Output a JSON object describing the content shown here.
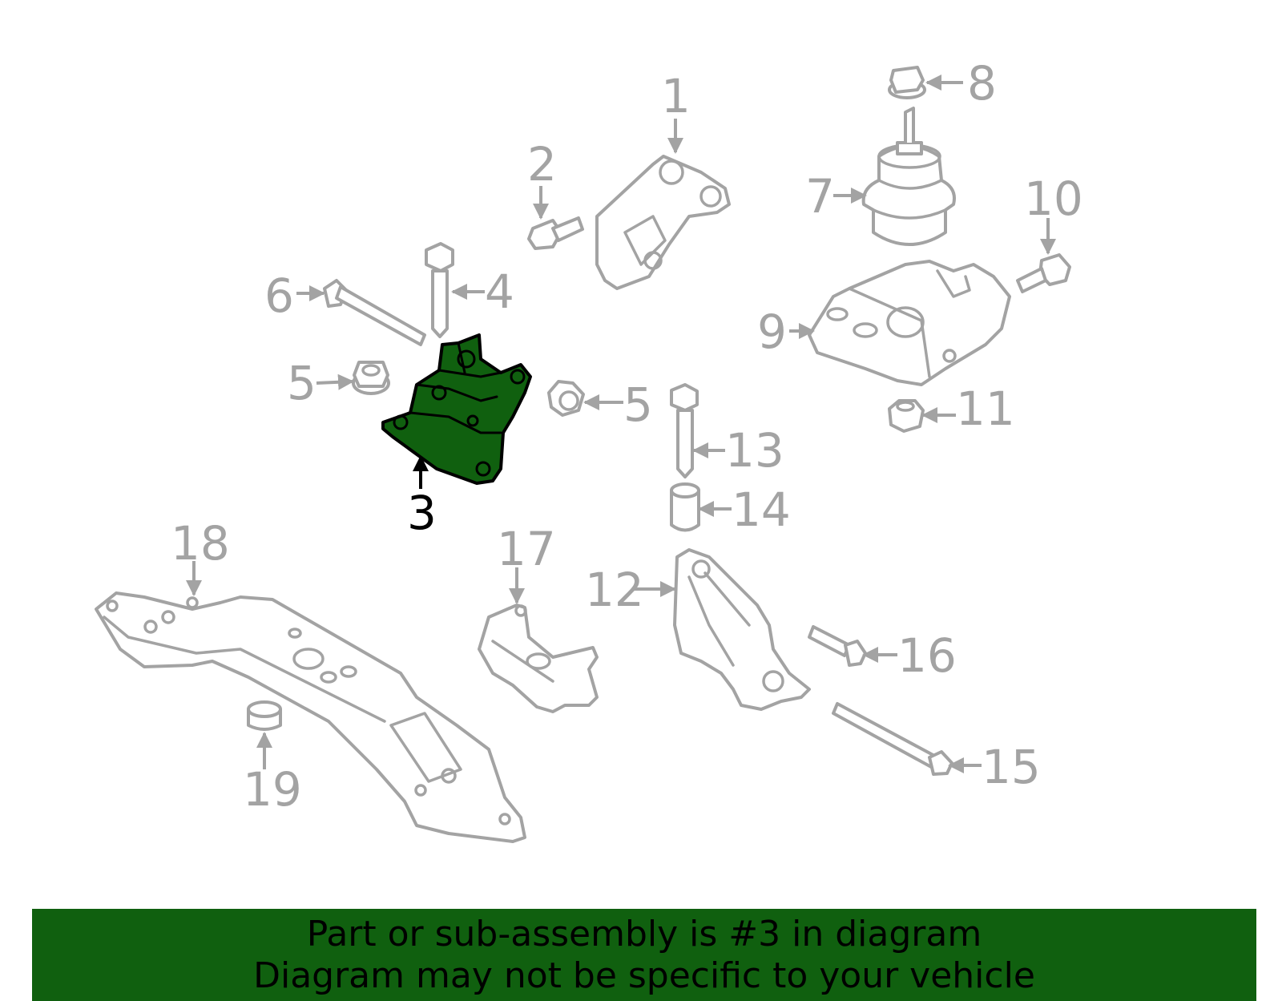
{
  "diagram": {
    "callouts": [
      {
        "id": "1",
        "label": "1"
      },
      {
        "id": "2",
        "label": "2"
      },
      {
        "id": "3",
        "label": "3",
        "highlighted": true
      },
      {
        "id": "4",
        "label": "4"
      },
      {
        "id": "5a",
        "label": "5"
      },
      {
        "id": "5b",
        "label": "5"
      },
      {
        "id": "6",
        "label": "6"
      },
      {
        "id": "7",
        "label": "7"
      },
      {
        "id": "8",
        "label": "8"
      },
      {
        "id": "9",
        "label": "9"
      },
      {
        "id": "10",
        "label": "10"
      },
      {
        "id": "11",
        "label": "11"
      },
      {
        "id": "12",
        "label": "12"
      },
      {
        "id": "13",
        "label": "13"
      },
      {
        "id": "14",
        "label": "14"
      },
      {
        "id": "15",
        "label": "15"
      },
      {
        "id": "16",
        "label": "16"
      },
      {
        "id": "17",
        "label": "17"
      },
      {
        "id": "18",
        "label": "18"
      },
      {
        "id": "19",
        "label": "19"
      }
    ],
    "colors": {
      "highlight_fill": "#10600f",
      "part_line": "#a3a3a3",
      "highlight_line": "#000000",
      "banner_bg": "#10600f"
    }
  },
  "banner": {
    "line1": "Part or sub-assembly is #3 in diagram",
    "line2": "Diagram may not be specific to your vehicle"
  }
}
